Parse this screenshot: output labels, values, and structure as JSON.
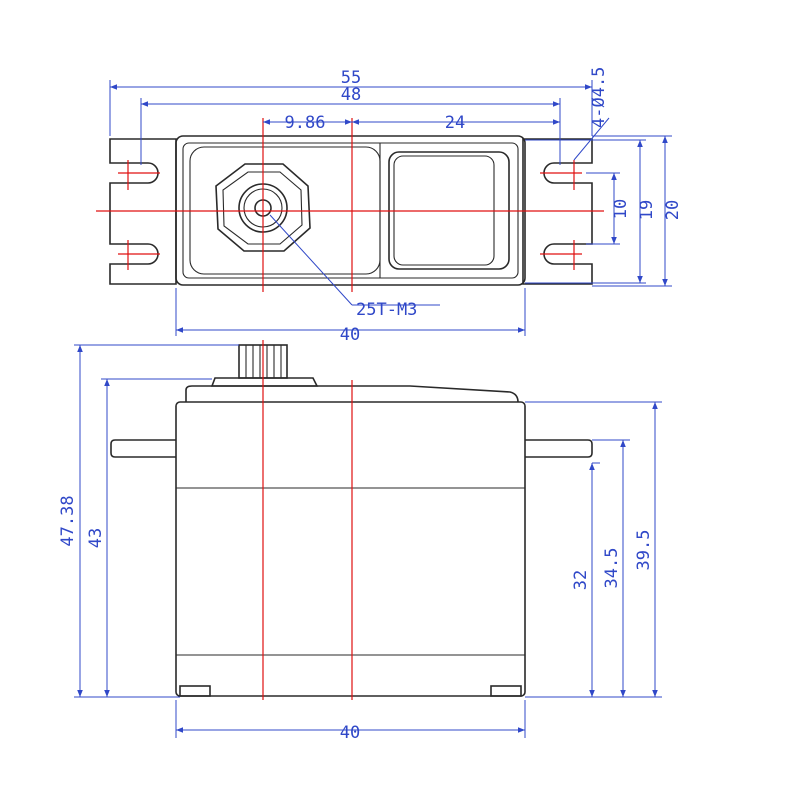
{
  "front_view": {
    "dim_overall_width": "55",
    "dim_hole_spacing": "48",
    "dim_output_offset": "9.86",
    "dim_output_to_hole": "24",
    "dim_hole_callout": "4-Ø4.5",
    "dim_hole_vertical": "10",
    "dim_body_depth": "19",
    "dim_flange_depth": "20",
    "dim_body_width": "40",
    "spline_label": "25T-M3"
  },
  "side_view": {
    "dim_total_height": "47.38",
    "dim_body_height": "43",
    "dim_mount_32": "32",
    "dim_mount_34_5": "34.5",
    "dim_mount_39_5": "39.5",
    "dim_body_width": "40"
  },
  "colors": {
    "outline": "#2a2a2a",
    "centerline": "#e01010",
    "dimension": "#3048c8"
  }
}
